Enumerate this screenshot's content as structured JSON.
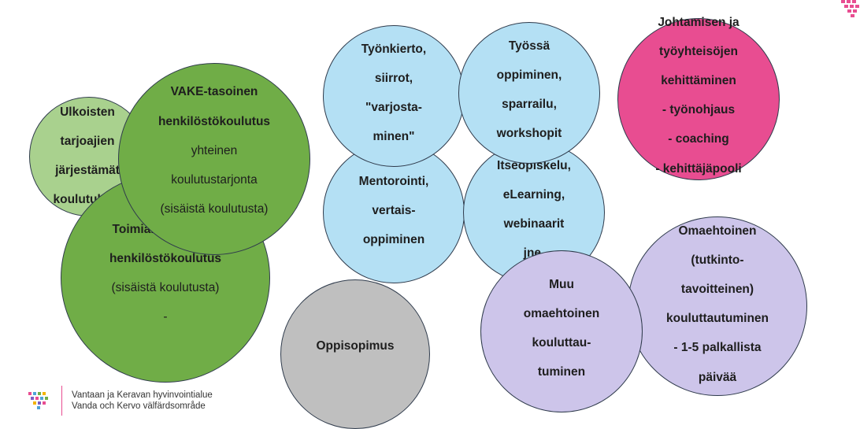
{
  "colors": {
    "light_green": "#a9d18e",
    "green": "#70ad47",
    "blue": "#b4e0f4",
    "pink": "#e84d91",
    "lavender": "#cdc5ea",
    "gray": "#bfbfbf"
  },
  "circles": {
    "ulkoisten": {
      "lines": [
        "Ulkoisten",
        "tarjoajien",
        "järjestämät",
        "koulutukset"
      ]
    },
    "vake": {
      "bold": [
        "VAKE-tasoinen",
        "henkilöstökoulutus"
      ],
      "normal": [
        "yhteinen",
        "koulutustarjonta",
        "(sisäistä koulutusta)"
      ]
    },
    "toimiala": {
      "bold": [
        "Toimialakohtainen",
        "henkilöstökoulutus"
      ],
      "normal": [
        "(sisäistä koulutusta)",
        "-"
      ]
    },
    "tyonkierto": {
      "lines": [
        "Työnkierto,",
        "siirrot,",
        "\"varjosta-",
        "minen\""
      ]
    },
    "tyossa": {
      "lines": [
        "Työssä",
        "oppiminen,",
        "sparrailu,",
        "workshopit"
      ]
    },
    "johtamisen": {
      "lines": [
        "Johtamisen ja",
        "työyhteisöjen",
        "kehittäminen",
        "- työnohjaus",
        "- coaching",
        "- kehittäjäpooli"
      ]
    },
    "mentorointi": {
      "lines": [
        "Mentorointi,",
        "vertais-",
        "oppiminen"
      ]
    },
    "itseopiskelu": {
      "lines": [
        "Itseopiskelu,",
        "eLearning,",
        "webinaarit",
        "jne."
      ]
    },
    "omaehtoinen": {
      "lines": [
        "Omaehtoinen",
        "(tutkinto-",
        "tavoitteinen)",
        "kouluttautuminen",
        "- 1-5 palkallista",
        "päivää"
      ]
    },
    "muu": {
      "lines": [
        "Muu",
        "omaehtoinen",
        "kouluttau-",
        "tuminen"
      ]
    },
    "oppisopimus": {
      "lines": [
        "Oppisopimus"
      ]
    }
  },
  "footer": {
    "line1": "Vantaan ja Keravan hyvinvointialue",
    "line2": "Vanda och Kervo välfärdsområde"
  }
}
